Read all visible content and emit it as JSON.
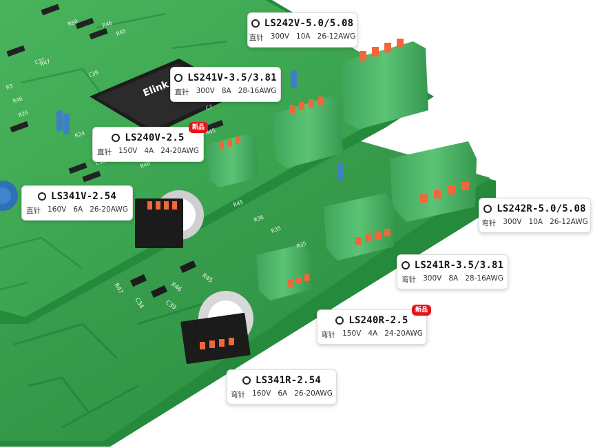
{
  "photo": {
    "board_logo": "Elink",
    "silk_labels": [
      "R46",
      "R45",
      "R47",
      "C39",
      "R46",
      "R45",
      "C38",
      "R48",
      "R45",
      "R36",
      "R35",
      "R35",
      "R26",
      "C37",
      "R24",
      "R60",
      "R3",
      "C7"
    ],
    "colors": {
      "board": "#3aa651",
      "connector": "#47b463",
      "lever": "#f0683a",
      "pad": "#d9d9d9"
    }
  },
  "callouts": [
    {
      "id": "ls242v",
      "title": "LS242V-5.0/5.08",
      "specs": [
        "直针",
        "300V",
        "10A",
        "26-12AWG"
      ],
      "badge": ""
    },
    {
      "id": "ls241v",
      "title": "LS241V-3.5/3.81",
      "specs": [
        "直针",
        "300V",
        "8A",
        "28-16AWG"
      ],
      "badge": ""
    },
    {
      "id": "ls240v",
      "title": "LS240V-2.5",
      "specs": [
        "直针",
        "150V",
        "4A",
        "24-20AWG"
      ],
      "badge": "新品"
    },
    {
      "id": "ls341v",
      "title": "LS341V-2.54",
      "specs": [
        "直针",
        "160V",
        "6A",
        "26-20AWG"
      ],
      "badge": ""
    },
    {
      "id": "ls242r",
      "title": "LS242R-5.0/5.08",
      "specs": [
        "弯针",
        "300V",
        "10A",
        "26-12AWG"
      ],
      "badge": ""
    },
    {
      "id": "ls241r",
      "title": "LS241R-3.5/3.81",
      "specs": [
        "弯针",
        "300V",
        "8A",
        "28-16AWG"
      ],
      "badge": ""
    },
    {
      "id": "ls240r",
      "title": "LS240R-2.5",
      "specs": [
        "弯针",
        "150V",
        "4A",
        "24-20AWG"
      ],
      "badge": "新品"
    },
    {
      "id": "ls341r",
      "title": "LS341R-2.54",
      "specs": [
        "弯针",
        "160V",
        "6A",
        "26-20AWG"
      ],
      "badge": ""
    }
  ]
}
